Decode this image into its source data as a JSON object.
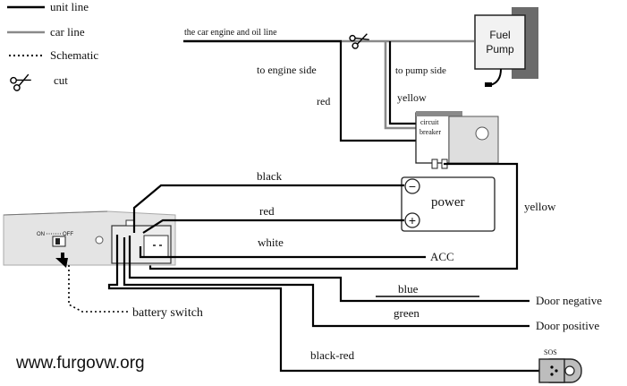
{
  "legend": {
    "unit_line": "unit line",
    "car_line": "car line",
    "schematic": "Schematic",
    "cut": "cut"
  },
  "labels": {
    "car_engine_oil_line": "the car engine and oil line",
    "to_engine_side": "to engine side",
    "to_pump_side": "to pump side",
    "red_upper": "red",
    "yellow_upper": "yellow",
    "fuel_pump_line1": "Fuel",
    "fuel_pump_line2": "Pump",
    "circuit_breaker_line1": "circuit",
    "circuit_breaker_line2": "breaker",
    "black": "black",
    "red": "red",
    "white": "white",
    "power": "power",
    "minus": "−",
    "plus": "+",
    "acc": "ACC",
    "yellow_right": "yellow",
    "blue": "blue",
    "green": "green",
    "door_negative": "Door negative",
    "door_positive": "Door positive",
    "black_red": "black-red",
    "sos": "SOS",
    "battery_switch": "battery switch",
    "on": "ON",
    "off": "OFF",
    "watermark": "www.furgovw.org"
  },
  "colors": {
    "unit_line": "#000000",
    "car_line": "#8a8a8a",
    "device_body": "#e4e4e4",
    "fuel_pump_back": "#6b6b6b",
    "fuel_pump_front": "#f2f2f2",
    "sos_fill": "#bdbdbd"
  }
}
